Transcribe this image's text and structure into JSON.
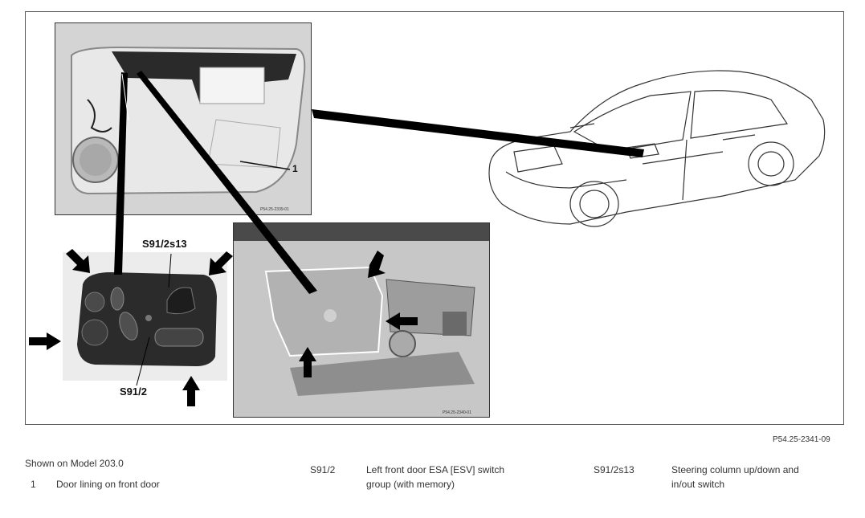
{
  "figure": {
    "door_panel_code": "P54.25-2339-01",
    "interior_panel_code": "P54.25-2340-01",
    "figure_ref": "P54.25-2341-09",
    "callouts": {
      "door_lining": "1",
      "switch_s13": "S91/2s13",
      "switch_group": "S91/2"
    }
  },
  "legend": {
    "shown_on": "Shown on Model 203.0",
    "items": [
      {
        "code": "1",
        "desc": "Door lining on front door"
      },
      {
        "code": "S91/2",
        "desc_line1": "Left front door ESA [ESV] switch",
        "desc_line2": "group (with memory)"
      },
      {
        "code": "S91/2s13",
        "desc_line1": "Steering column up/down and",
        "desc_line2": "in/out switch"
      }
    ]
  }
}
